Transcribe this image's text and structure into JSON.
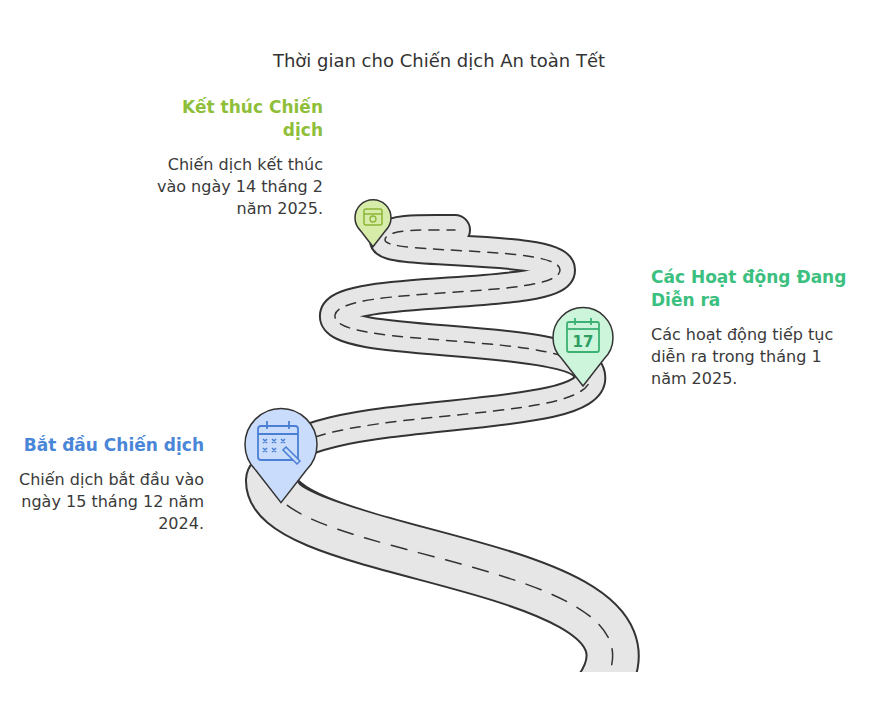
{
  "diagram": {
    "title": "Thời gian cho Chiến dịch An toàn Tết",
    "nodes": [
      {
        "text": [
          "Kết thúc Chiến dịch",
          "Chiến dịch kết thúc vào ngày 14 tháng 2 năm 2025."
        ]
      },
      {
        "text": [
          "Các Hoạt động Đang Diễn ra",
          "Các hoạt động tiếp tục diễn ra trong tháng 1 năm 2025."
        ]
      },
      {
        "text": [
          "Bắt đầu Chiến dịch",
          "Chiến dịch bắt đầu vào ngày 15 tháng 12 năm 2024."
        ]
      }
    ],
    "labels": [
      "17"
    ]
  }
}
